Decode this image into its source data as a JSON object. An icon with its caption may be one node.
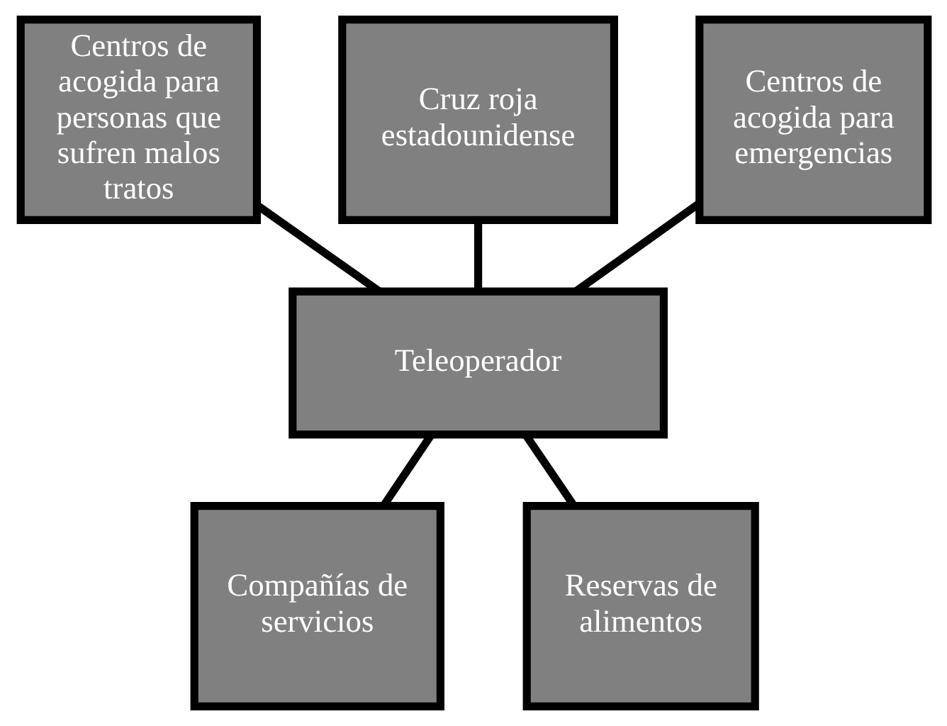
{
  "diagram": {
    "nodes": [
      {
        "text": [
          "Teleoperador"
        ]
      },
      {
        "text": [
          "Centros de acogida para personas que sufren malos tratos"
        ]
      },
      {
        "text": [
          "Cruz roja estadounidense"
        ]
      },
      {
        "text": [
          "Centros de acogida para emergencias"
        ]
      },
      {
        "text": [
          "Compañías de servicios"
        ]
      },
      {
        "text": [
          "Reservas de alimentos"
        ]
      }
    ],
    "edges": [
      {
        "from": 1,
        "to": 0,
        "arrow": "none"
      },
      {
        "from": 2,
        "to": 0,
        "arrow": "none"
      },
      {
        "from": 3,
        "to": 0,
        "arrow": "none"
      },
      {
        "from": 0,
        "to": 4,
        "arrow": "none"
      },
      {
        "from": 0,
        "to": 5,
        "arrow": "none"
      }
    ]
  }
}
